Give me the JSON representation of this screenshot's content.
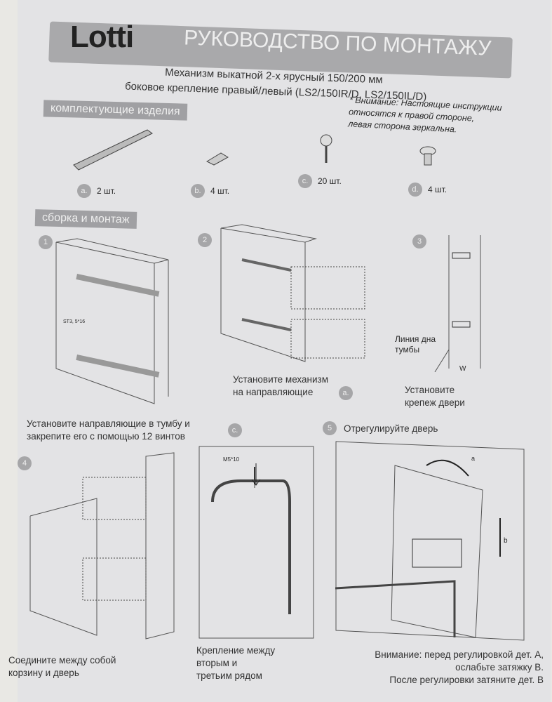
{
  "header": {
    "logo": "Lotti",
    "title": "РУКОВОДСТВО ПО МОНТАЖУ",
    "subtitle1": "Механизм выкатной 2-х ярусный 150/200 мм",
    "subtitle2": "боковое крепление правый/левый  (LS2/150IR/D, LS2/150IL/D)"
  },
  "components": {
    "section": "комплектующие изделия",
    "note": [
      "* Внимание: Настоящие инструкции",
      "относятся к правой стороне,",
      "левая сторона зеркальна."
    ],
    "items": [
      {
        "badge": "a.",
        "qty": "2 шт."
      },
      {
        "badge": "b.",
        "qty": "4 шт."
      },
      {
        "badge": "c.",
        "qty": "20 шт."
      },
      {
        "badge": "d.",
        "qty": "4 шт."
      }
    ]
  },
  "assembly": {
    "section": "сборка и монтаж",
    "steps": [
      {
        "badge": "1",
        "caption": [
          "Установите направляющие в тумбу и",
          "закрепите его с помощью 12 винтов"
        ],
        "label": "ST3, 5*16"
      },
      {
        "badge": "2",
        "caption": [
          "Установите механизм",
          "на направляющие"
        ],
        "sub_badge": "a."
      },
      {
        "badge": "3",
        "caption": [
          "Установите",
          "крепеж двери"
        ],
        "label": [
          "Линия дна",
          "тумбы"
        ],
        "dim": "W"
      },
      {
        "badge": "4",
        "caption": [
          "Соедините между собой",
          "корзину и дверь"
        ]
      },
      {
        "badge": "c.",
        "caption": [
          "Крепление между",
          "вторым и",
          "третьим рядом"
        ],
        "label": "M5*10"
      },
      {
        "badge": "5",
        "title": "Отрегулируйте дверь",
        "caption": [
          "Внимание: перед регулировкой дет. А,",
          "ослабьте затяжку В.",
          "После регулировки затяните дет. В"
        ],
        "a": "a",
        "b": "b"
      }
    ]
  }
}
